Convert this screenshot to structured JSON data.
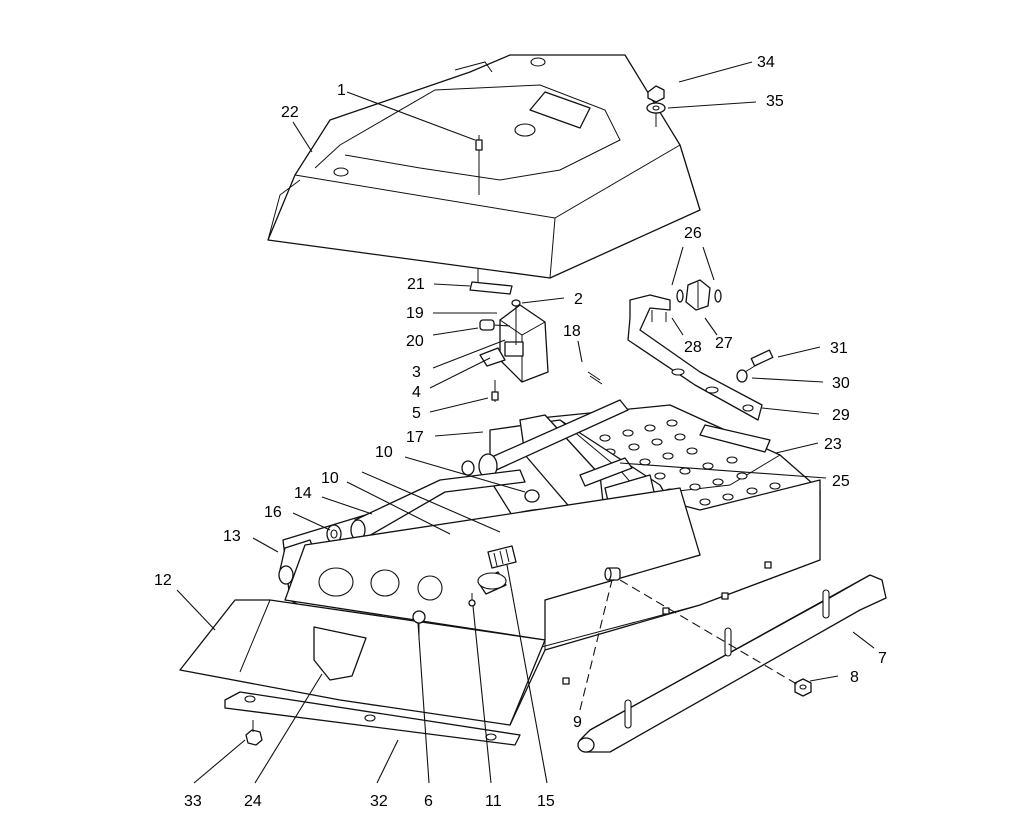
{
  "diagram": {
    "type": "exploded-parts-view",
    "callouts": [
      "1",
      "2",
      "3",
      "4",
      "5",
      "6",
      "7",
      "8",
      "9",
      "10",
      "10",
      "11",
      "12",
      "13",
      "14",
      "15",
      "16",
      "17",
      "18",
      "19",
      "20",
      "21",
      "22",
      "23",
      "24",
      "25",
      "26",
      "27",
      "28",
      "29",
      "30",
      "31",
      "32",
      "33",
      "34",
      "35"
    ]
  }
}
